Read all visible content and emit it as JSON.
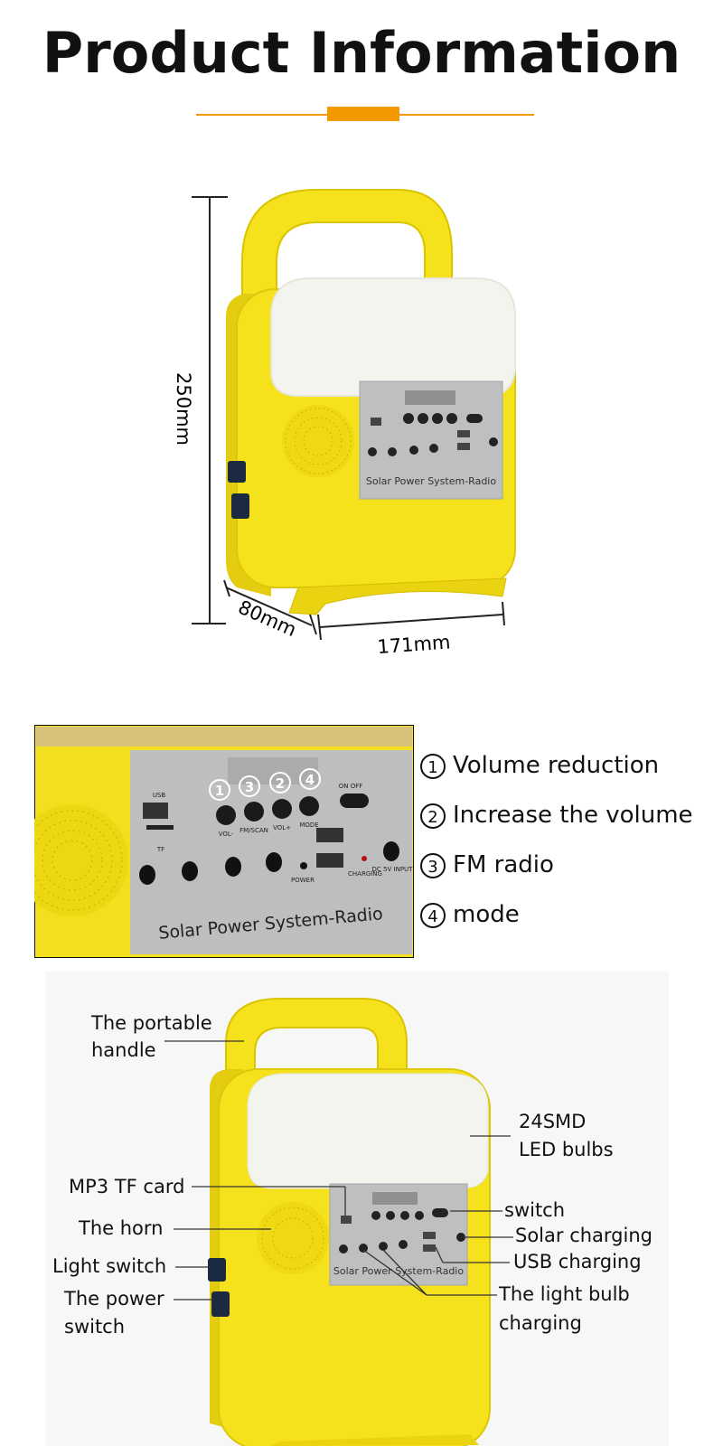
{
  "header": {
    "title": "Product Information",
    "accent_color": "#F39800"
  },
  "dimensions": {
    "height": "250mm",
    "depth": "80mm",
    "width": "171mm"
  },
  "product": {
    "panel_text": "Solar Power System-Radio",
    "body_color": "#F5E11C",
    "panel_color": "#B9BBBD",
    "buttons": [
      "VOL-",
      "FM/SCAN",
      "VOL+",
      "MODE"
    ],
    "small_labels": {
      "usb": "USB",
      "tf": "TF",
      "on_off": "ON OFF",
      "power": "POWER",
      "charging": "CHARGING",
      "dc_input": "DC 5V INPUT"
    }
  },
  "legend": [
    {
      "num": "1",
      "text": "Volume reduction"
    },
    {
      "num": "2",
      "text": "Increase the volume"
    },
    {
      "num": "3",
      "text": "FM radio"
    },
    {
      "num": "4",
      "text": "mode"
    }
  ],
  "callouts": {
    "handle_1": "The portable",
    "handle_2": "handle",
    "bulbs_1": "24SMD",
    "bulbs_2": "LED bulbs",
    "tf_card": "MP3 TF card",
    "horn": "The horn",
    "light_switch": "Light switch",
    "power_switch_1": "The power",
    "power_switch_2": "switch",
    "switch": "switch",
    "solar_charging": "Solar charging",
    "usb_charging": "USB charging",
    "bulb_charging_1": "The light bulb",
    "bulb_charging_2": "charging"
  }
}
